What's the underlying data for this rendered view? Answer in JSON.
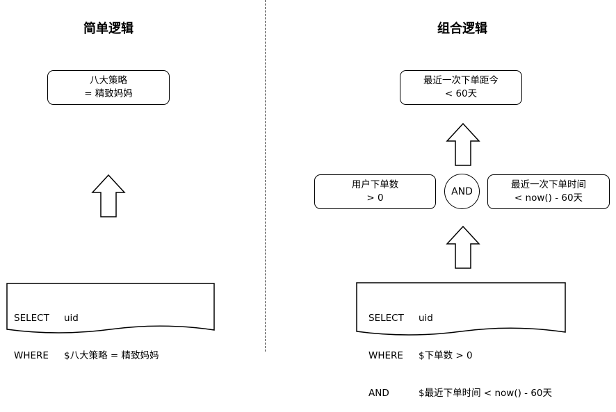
{
  "left": {
    "title": "简单逻辑",
    "result_box": {
      "line1": "八大策略",
      "line2": "= 精致妈妈"
    },
    "sql": {
      "select_kw": "SELECT",
      "select_val": "uid",
      "where_kw": "WHERE",
      "where_val": "$八大策略 = 精致妈妈"
    }
  },
  "right": {
    "title": "组合逻辑",
    "result_box": {
      "line1": "最近一次下单距今",
      "line2": "< 60天"
    },
    "cond_left": {
      "line1": "用户下单数",
      "line2": "> 0"
    },
    "and_label": "AND",
    "cond_right": {
      "line1": "最近一次下单时间",
      "line2": "< now() - 60天"
    },
    "sql": {
      "select_kw": "SELECT",
      "select_val": "uid",
      "where_kw": "WHERE",
      "where_val": "$下单数 > 0",
      "and_kw": "AND",
      "and_val": "$最近下单时间 < now() - 60天"
    }
  }
}
